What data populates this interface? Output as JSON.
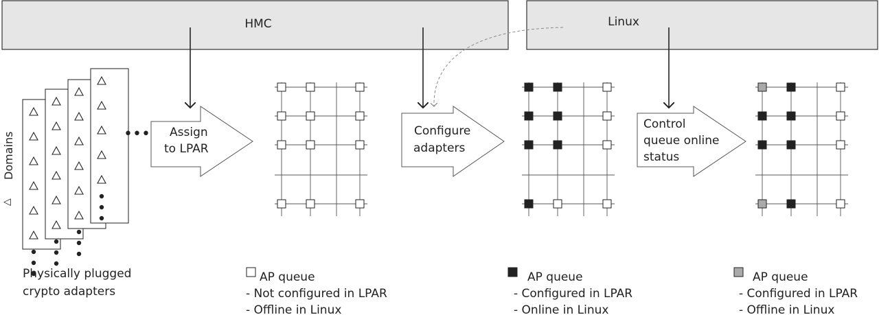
{
  "bars": {
    "hmc": "HMC",
    "linux": "Linux"
  },
  "axis": {
    "domains": "Domains",
    "domains_marker": "△"
  },
  "arrows": {
    "assign": [
      "Assign",
      "to LPAR"
    ],
    "configure": [
      "Configure",
      "adapters"
    ],
    "control": [
      "Control",
      "queue online",
      "status"
    ]
  },
  "adapters": {
    "caption": [
      "Physically plugged",
      "crypto adapters"
    ],
    "ellipsis": "•••"
  },
  "legends": [
    {
      "swatch_color": "#ffffff",
      "title": "AP queue",
      "lines": [
        "- Not configured in LPAR",
        "- Offline in Linux"
      ]
    },
    {
      "swatch_color": "#222222",
      "title": "AP queue",
      "lines": [
        "- Configured in LPAR",
        "- Online in Linux"
      ]
    },
    {
      "swatch_color": "#aaaaaa",
      "title": "AP queue",
      "lines": [
        "- Configured in LPAR",
        "- Offline in Linux"
      ]
    }
  ],
  "colors": {
    "bar_fill": "#e6e6e6",
    "not_configured": "#ffffff",
    "online": "#222222",
    "offline": "#aaaaaa"
  },
  "grids": [
    {
      "states": [
        [
          "white",
          "white",
          "white"
        ],
        [
          "white",
          "white",
          "white"
        ],
        [
          "white",
          "white",
          "white"
        ],
        [
          "white",
          "white",
          "white"
        ]
      ]
    },
    {
      "states": [
        [
          "black",
          "black",
          "white"
        ],
        [
          "black",
          "black",
          "white"
        ],
        [
          "black",
          "black",
          "white"
        ],
        [
          "black",
          "white",
          "white"
        ]
      ]
    },
    {
      "states": [
        [
          "gray",
          "black",
          "white"
        ],
        [
          "black",
          "black",
          "white"
        ],
        [
          "black",
          "black",
          "white"
        ],
        [
          "gray",
          "black",
          "white"
        ]
      ]
    }
  ]
}
